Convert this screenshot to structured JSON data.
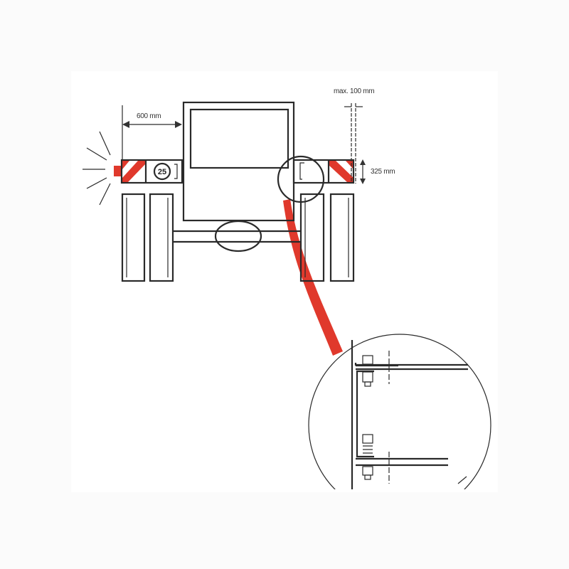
{
  "labels": {
    "width_offset": "600 mm",
    "max_protrusion": "max. 100 mm",
    "panel_height": "325 mm",
    "speed_sign": "25"
  },
  "colors": {
    "warning_red": "#e0392c",
    "line": "#2a2a2a"
  }
}
